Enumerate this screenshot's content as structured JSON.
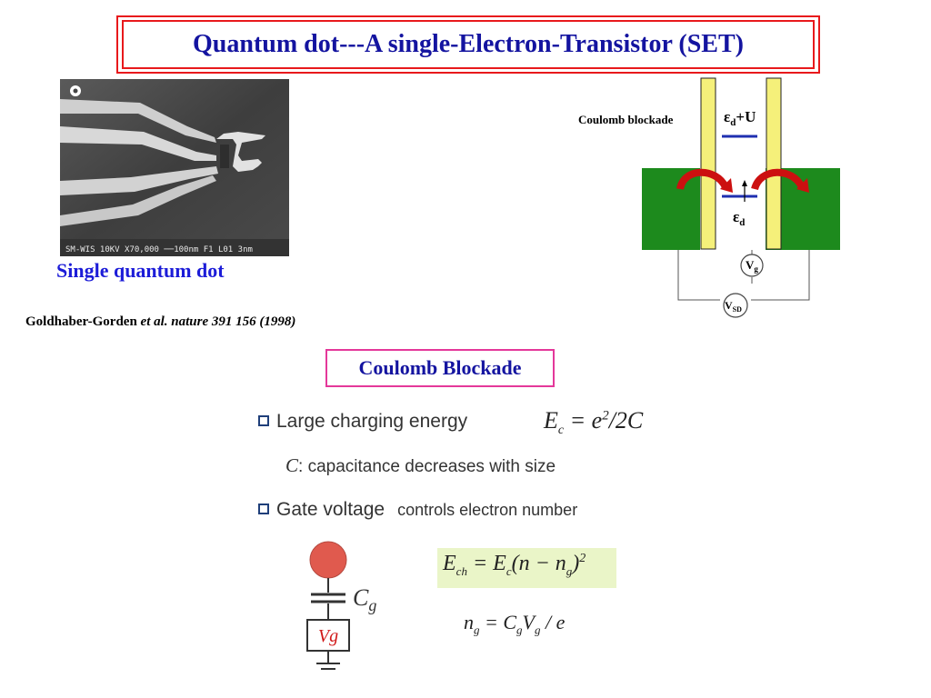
{
  "title": "Quantum dot---A single-Electron-Transistor (SET)",
  "sem_image": {
    "caption": "Single quantum dot",
    "overlay_text": "SM-WIS 10KV X70,000 ──100nm F1 L01 3nm"
  },
  "citation": {
    "authors": "Goldhaber-Gorden",
    "etal": "et al.",
    "journal": "nature 391 156 (1998)"
  },
  "device": {
    "label_blockade": "Coulomb blockade",
    "level_upper_symbol": "ε",
    "level_upper_sub": "d",
    "level_upper_suffix": "+U",
    "level_lower_symbol": "ε",
    "level_lower_sub": "d",
    "gate_symbol": "V",
    "gate_sub": "g",
    "sd_symbol": "V",
    "sd_sub": "SD",
    "colors": {
      "leads": "#1d8a1d",
      "barriers": "#f5f07a",
      "levels": "#1f2fb0",
      "arrows": "#cc1010"
    }
  },
  "coulomb_blockade": "Coulomb Blockade",
  "bullet1": {
    "text": "Large charging energy",
    "eq_lhs": "E",
    "eq_lhs_sub": "c",
    "eq_rhs_a": " = e",
    "eq_rhs_sup": "2",
    "eq_rhs_b": "/2C"
  },
  "sub1": {
    "var": "C",
    "text": ": capacitance decreases with size"
  },
  "bullet2": {
    "text": "Gate voltage",
    "desc": "controls electron number"
  },
  "eq2": {
    "a": "E",
    "a_sub": "ch",
    "b": " = E",
    "b_sub": "c",
    "c": "(n − n",
    "c_sub": "g",
    "d": ")",
    "sup": "2"
  },
  "eq3": {
    "a": "n",
    "a_sub": "g",
    "b": " = C",
    "b_sub": "g",
    "c": "V",
    "c_sub": "g",
    "d": " / e"
  },
  "gate_circuit": {
    "cap_symbol": "C",
    "cap_sub": "g",
    "source_label": "Vg",
    "colors": {
      "dot": "#e05a4e",
      "source_label": "#d01818"
    }
  }
}
